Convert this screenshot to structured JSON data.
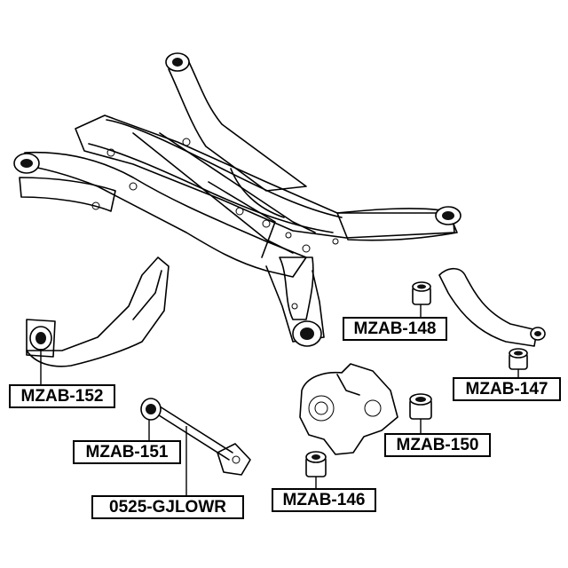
{
  "labels": {
    "mzab_148": "MZAB-148",
    "mzab_147": "MZAB-147",
    "mzab_152": "MZAB-152",
    "mzab_151": "MZAB-151",
    "mzab_150": "MZAB-150",
    "mzab_146": "MZAB-146",
    "gjlowr": "0525-GJLOWR"
  }
}
